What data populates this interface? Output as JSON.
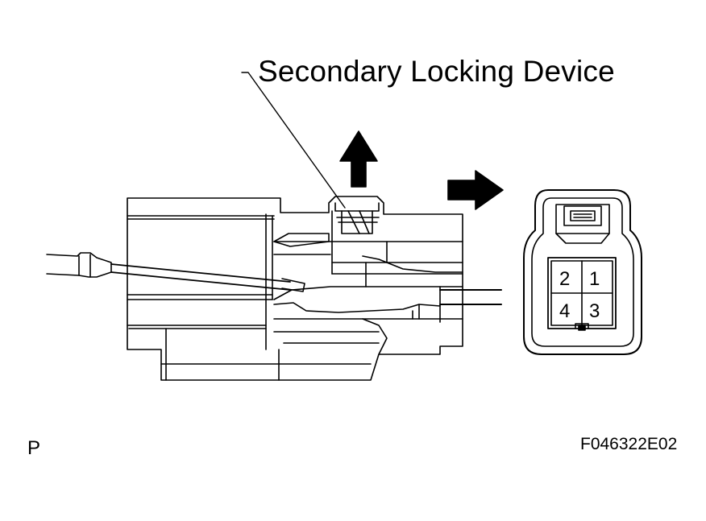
{
  "callout": {
    "text": "Secondary Locking Device"
  },
  "view_marker": "P",
  "figure_id": "F046322E02",
  "terminals": [
    "1",
    "2",
    "3",
    "4"
  ],
  "icons": {
    "up_arrow": "up-arrow-icon",
    "right_arrow": "right-arrow-icon"
  },
  "colors": {
    "line": "#000000",
    "background": "#ffffff"
  }
}
